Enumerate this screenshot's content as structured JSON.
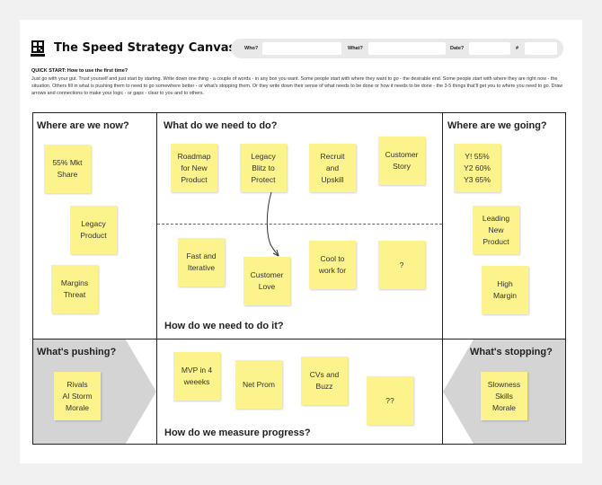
{
  "header": {
    "title": "The Speed Strategy Canvas",
    "fields": {
      "who": "Who?",
      "what": "What?",
      "date": "Date?",
      "number": "#"
    }
  },
  "quick_start": {
    "title": "QUICK START: How to use the first time?",
    "body": "Just go with your gut. Trust yourself and just start by starting. Write down one thing - a couple of words - in any box you want. Some people start with where they want to go - the desirable end. Some people start with where they are right now - the situation. Others fill in what is pushing them to need to go somewhere better - or what's stopping them. Or they write down their sense of what needs to be done or how it needs to be done - the 3-5 things that'll get you to where you need to go. Draw arrows and connections to make your logic - or gaps - clear to you and to others."
  },
  "sections": {
    "now": "Where are we now?",
    "todo": "What do we need to do?",
    "going": "Where are we going?",
    "how": "How do we need to do it?",
    "pushing": "What's pushing?",
    "measure": "How do we measure progress?",
    "stopping": "What's stopping?"
  },
  "notes": {
    "now": [
      "55% Mkt\nShare",
      "Legacy\nProduct",
      "Margins\nThreat"
    ],
    "todo": [
      "Roadmap\nfor New\nProduct",
      "Legacy\nBlitz to\nProtect",
      "Recruit\nand\nUpskill",
      "Customer\nStory"
    ],
    "how": [
      "Fast and\nIterative",
      "Customer\nLove",
      "Cool to\nwork for",
      "?"
    ],
    "going": [
      "Y! 55%\nY2 60%\nY3 65%",
      "Leading\nNew\nProduct",
      "High\nMargin"
    ],
    "pushing": [
      "Rivals\nAI Storm\nMorale"
    ],
    "measure": [
      "MVP in 4\nweeeks",
      "Net Prom",
      "CVs and\nBuzz",
      "??"
    ],
    "stopping": [
      "Slowness\nSkills\nMorale"
    ]
  }
}
